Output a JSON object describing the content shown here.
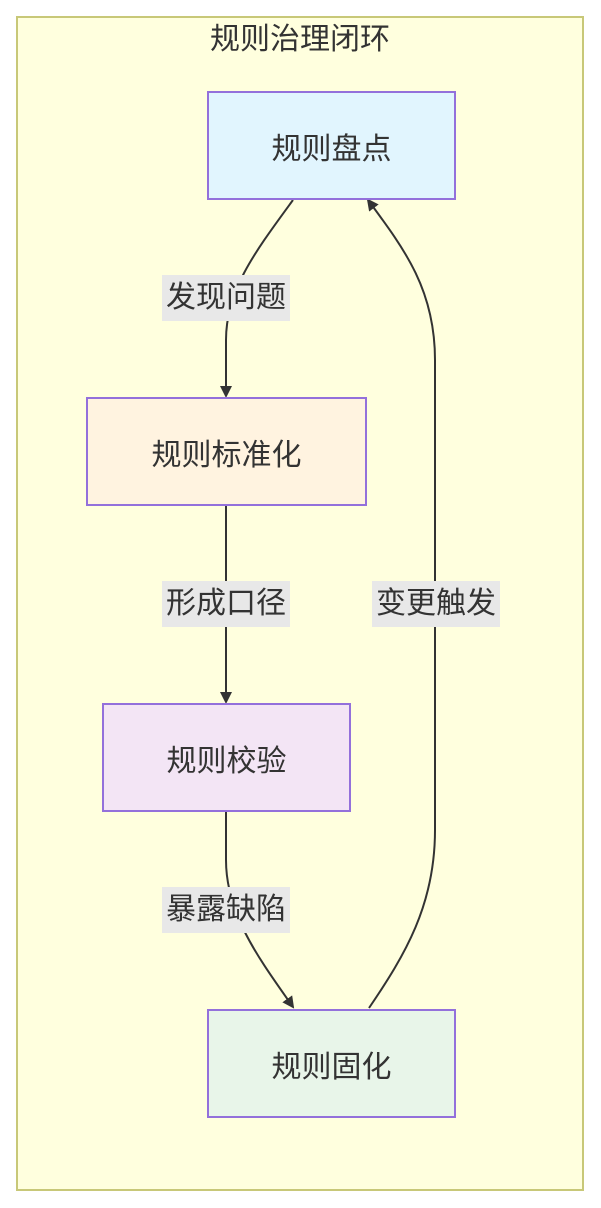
{
  "diagram": {
    "group_title": "规则治理闭环",
    "nodes": [
      {
        "id": "inventory",
        "label": "规则盘点",
        "fill": "#e1f5fe"
      },
      {
        "id": "standardize",
        "label": "规则标准化",
        "fill": "#fff3e0"
      },
      {
        "id": "validate",
        "label": "规则校验",
        "fill": "#f3e5f5"
      },
      {
        "id": "solidify",
        "label": "规则固化",
        "fill": "#e8f5e9"
      }
    ],
    "edges": [
      {
        "from": "inventory",
        "to": "standardize",
        "label": "发现问题"
      },
      {
        "from": "standardize",
        "to": "validate",
        "label": "形成口径"
      },
      {
        "from": "validate",
        "to": "solidify",
        "label": "暴露缺陷"
      },
      {
        "from": "solidify",
        "to": "inventory",
        "label": "变更触发"
      }
    ]
  },
  "colors": {
    "cluster_fill": "#ffffde",
    "cluster_border": "#c8c878",
    "node_border": "#9370db",
    "edge_stroke": "#333333",
    "label_bg": "#e8e8e8"
  }
}
